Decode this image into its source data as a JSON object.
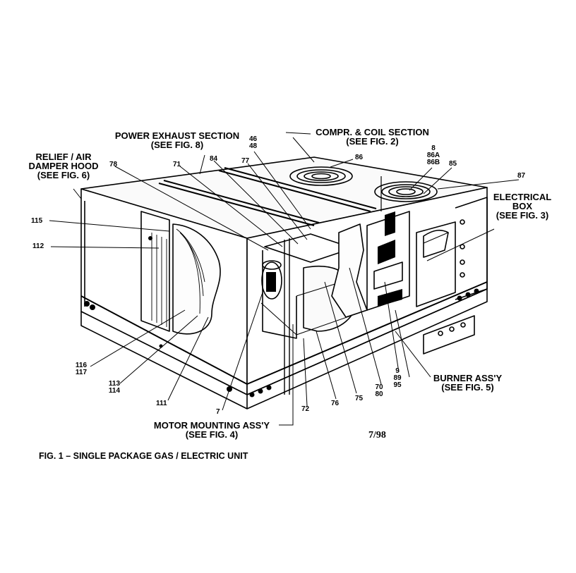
{
  "figure": {
    "caption": "FIG. 1 – SINGLE PACKAGE GAS / ELECTRIC UNIT",
    "date_code": "7/98"
  },
  "sections": {
    "power_exhaust": {
      "line1": "POWER EXHAUST SECTION",
      "line2": "(SEE FIG. 8)"
    },
    "compr_coil": {
      "line1": "COMPR. & COIL SECTION",
      "line2": "(SEE FIG. 2)"
    },
    "relief_hood": {
      "line1": "RELIEF / AIR",
      "line2": "DAMPER HOOD",
      "line3": "(SEE FIG. 6)"
    },
    "electrical_box": {
      "line1": "ELECTRICAL",
      "line2": "BOX",
      "line3": "(SEE FIG. 3)"
    },
    "burner": {
      "line1": "BURNER ASS'Y",
      "line2": "(SEE FIG. 5)"
    },
    "motor_mounting": {
      "line1": "MOTOR MOUNTING ASS'Y",
      "line2": "(SEE FIG. 4)"
    }
  },
  "part_numbers": {
    "p46": "46",
    "p48": "48",
    "p86": "86",
    "p8": "8",
    "p86a": "86A",
    "p86b": "86B",
    "p85": "85",
    "p87": "87",
    "p78": "78",
    "p71": "71",
    "p84": "84",
    "p77": "77",
    "p115": "115",
    "p112": "112",
    "p116": "116",
    "p117": "117",
    "p113": "113",
    "p114": "114",
    "p111": "111",
    "p7": "7",
    "p72": "72",
    "p76": "76",
    "p75": "75",
    "p70": "70",
    "p80": "80",
    "p9": "9",
    "p89": "89",
    "p95": "95"
  }
}
